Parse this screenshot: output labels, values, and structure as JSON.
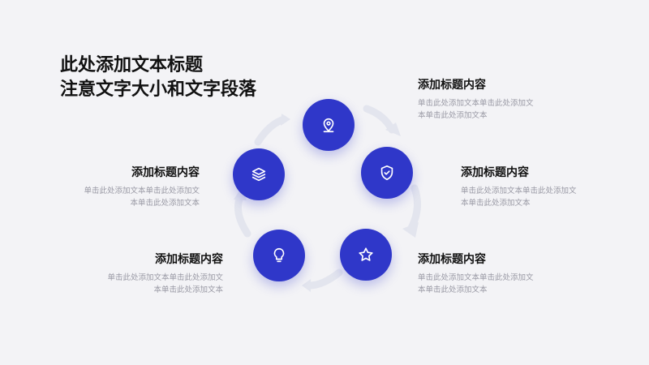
{
  "title": {
    "line1": "此处添加文本标题",
    "line2": "注意文字大小和文字段落"
  },
  "colors": {
    "accent": "#2f37c9",
    "arrow": "#e3e5ee",
    "background": "#f3f3f6"
  },
  "items": [
    {
      "icon": "location-pin-icon",
      "heading": "添加标题内容",
      "body": "单击此处添加文本单击此处添加文本单击此处添加文本"
    },
    {
      "icon": "shield-check-icon",
      "heading": "添加标题内容",
      "body": "单击此处添加文本单击此处添加文本单击此处添加文本"
    },
    {
      "icon": "star-icon",
      "heading": "添加标题内容",
      "body": "单击此处添加文本单击此处添加文本单击此处添加文本"
    },
    {
      "icon": "lightbulb-icon",
      "heading": "添加标题内容",
      "body": "单击此处添加文本单击此处添加文本单击此处添加文本"
    },
    {
      "icon": "layers-icon",
      "heading": "添加标题内容",
      "body": "单击此处添加文本单击此处添加文本单击此处添加文本"
    }
  ]
}
